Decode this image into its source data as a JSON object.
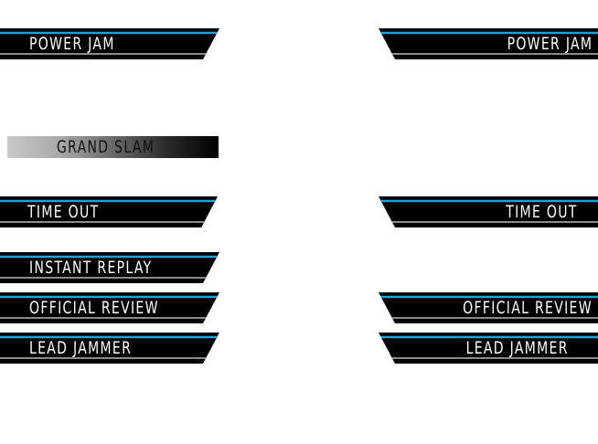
{
  "colors": {
    "banner_fill": "#000000",
    "accent_blue": "#1aa3e0",
    "accent_gray": "#8a8a8a",
    "label_text": "#ffffff"
  },
  "banners": {
    "power_jam_left": "POWER JAM",
    "power_jam_right": "POWER JAM",
    "grand_slam": "GRAND SLAM",
    "time_out_left": "TIME OUT",
    "time_out_right": "TIME OUT",
    "instant_replay_left": "INSTANT REPLAY",
    "official_review_left": "OFFICIAL REVIEW",
    "official_review_right": "OFFICIAL REVIEW",
    "lead_jammer_left": "LEAD JAMMER",
    "lead_jammer_right": "LEAD JAMMER"
  }
}
